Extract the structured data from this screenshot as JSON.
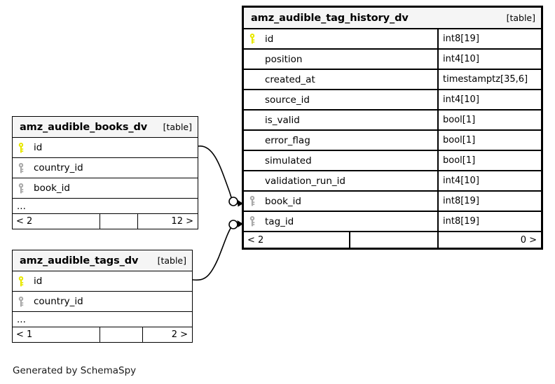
{
  "diagram": {
    "caption": "Generated by SchemaSpy",
    "background_color": "#ffffff",
    "border_color": "#000000",
    "header_fill": "#f5f5f5",
    "primary_key_color": "#e8e800",
    "foreign_key_color": "#a9a9a9"
  },
  "tables": {
    "tag_history": {
      "name": "amz_audible_tag_history_dv",
      "tag": "[table]",
      "columns": [
        {
          "key": "primary-key",
          "name": "id",
          "type": "int8[19]"
        },
        {
          "key": "none",
          "name": "position",
          "type": "int4[10]"
        },
        {
          "key": "none",
          "name": "created_at",
          "type": "timestamptz[35,6]"
        },
        {
          "key": "none",
          "name": "source_id",
          "type": "int4[10]"
        },
        {
          "key": "none",
          "name": "is_valid",
          "type": "bool[1]"
        },
        {
          "key": "none",
          "name": "error_flag",
          "type": "bool[1]"
        },
        {
          "key": "none",
          "name": "simulated",
          "type": "bool[1]"
        },
        {
          "key": "none",
          "name": "validation_run_id",
          "type": "int4[10]"
        },
        {
          "key": "foreign-key",
          "name": "book_id",
          "type": "int8[19]"
        },
        {
          "key": "foreign-key",
          "name": "tag_id",
          "type": "int8[19]"
        }
      ],
      "footer": {
        "left": "< 2",
        "middle": "",
        "right": "0 >"
      }
    },
    "books": {
      "name": "amz_audible_books_dv",
      "tag": "[table]",
      "columns": [
        {
          "key": "primary-key",
          "name": "id"
        },
        {
          "key": "foreign-key",
          "name": "country_id"
        },
        {
          "key": "foreign-key",
          "name": "book_id"
        }
      ],
      "ellipsis": "...",
      "footer": {
        "left": "< 2",
        "middle": "",
        "right": "12 >"
      }
    },
    "tags": {
      "name": "amz_audible_tags_dv",
      "tag": "[table]",
      "columns": [
        {
          "key": "primary-key",
          "name": "id"
        },
        {
          "key": "foreign-key",
          "name": "country_id"
        }
      ],
      "ellipsis": "...",
      "footer": {
        "left": "< 1",
        "middle": "",
        "right": "2 >"
      }
    }
  },
  "relationships": [
    {
      "from": "amz_audible_books_dv.id",
      "to": "amz_audible_tag_history_dv.book_id"
    },
    {
      "from": "amz_audible_tags_dv.id",
      "to": "amz_audible_tag_history_dv.tag_id"
    }
  ]
}
